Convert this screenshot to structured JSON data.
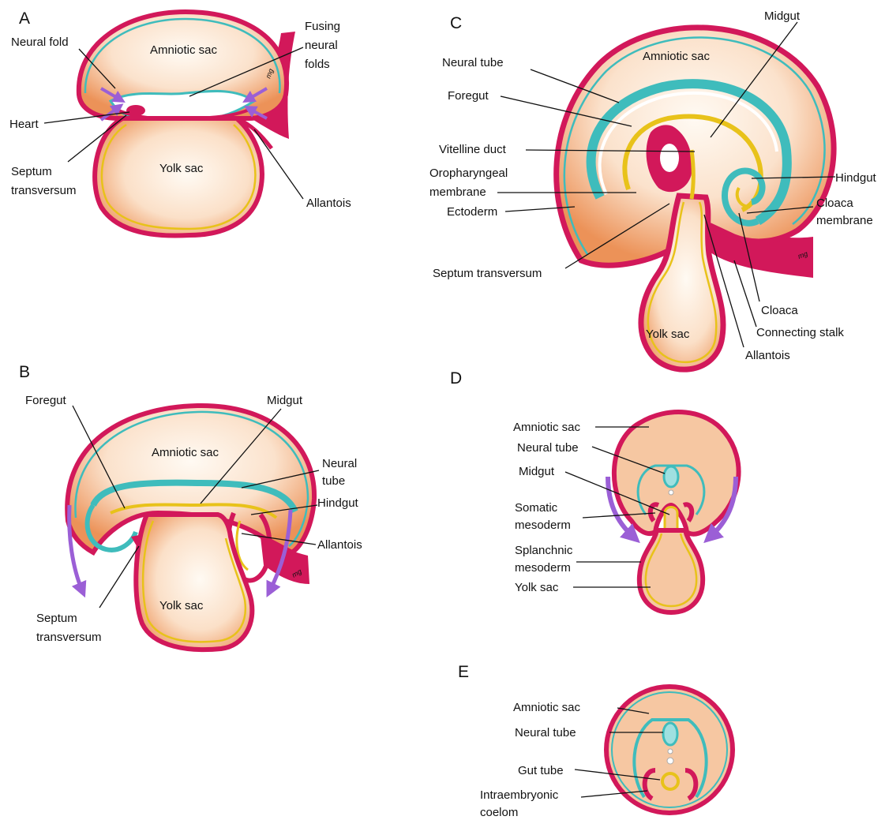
{
  "panels": {
    "A": {
      "letter": "A",
      "labels": {
        "neural_fold": "Neural fold",
        "amniotic_sac": "Amniotic sac",
        "fusing_1": "Fusing",
        "fusing_2": "neural",
        "fusing_3": "folds",
        "heart": "Heart",
        "septum_1": "Septum",
        "septum_2": "transversum",
        "yolk_sac": "Yolk sac",
        "allantois": "Allantois"
      }
    },
    "B": {
      "letter": "B",
      "labels": {
        "foregut": "Foregut",
        "midgut": "Midgut",
        "amniotic_sac": "Amniotic sac",
        "neural_1": "Neural",
        "neural_2": "tube",
        "hindgut": "Hindgut",
        "allantois": "Allantois",
        "septum_1": "Septum",
        "septum_2": "transversum",
        "yolk_sac": "Yolk sac"
      }
    },
    "C": {
      "letter": "C",
      "labels": {
        "midgut": "Midgut",
        "neural_tube": "Neural tube",
        "amniotic_sac": "Amniotic sac",
        "foregut": "Foregut",
        "vitelline_duct": "Vitelline duct",
        "oropharyngeal_1": "Oropharyngeal",
        "oropharyngeal_2": "membrane",
        "hindgut": "Hindgut",
        "cloaca_membrane_1": "Cloaca",
        "cloaca_membrane_2": "membrane",
        "ectoderm": "Ectoderm",
        "septum": "Septum transversum",
        "cloaca": "Cloaca",
        "connecting_stalk": "Connecting stalk",
        "yolk_sac": "Yolk sac",
        "allantois": "Allantois"
      }
    },
    "D": {
      "letter": "D",
      "labels": {
        "amniotic_sac": "Amniotic sac",
        "neural_tube": "Neural tube",
        "midgut": "Midgut",
        "somatic_1": "Somatic",
        "somatic_2": "mesoderm",
        "splanchnic_1": "Splanchnic",
        "splanchnic_2": "mesoderm",
        "yolk_sac": "Yolk sac"
      }
    },
    "E": {
      "letter": "E",
      "labels": {
        "amniotic_sac": "Amniotic sac",
        "neural_tube": "Neural tube",
        "gut_tube": "Gut tube",
        "coelom_1": "Intraembryonic",
        "coelom_2": "coelom"
      }
    }
  },
  "signature": "mg",
  "colors": {
    "mesoderm": "#d2185a",
    "ectoderm": "#3fbcbc",
    "endoderm": "#e8c21a",
    "tissue": "#f2a06e",
    "arrow": "#9b5fd6",
    "outline": "#8a1040"
  }
}
